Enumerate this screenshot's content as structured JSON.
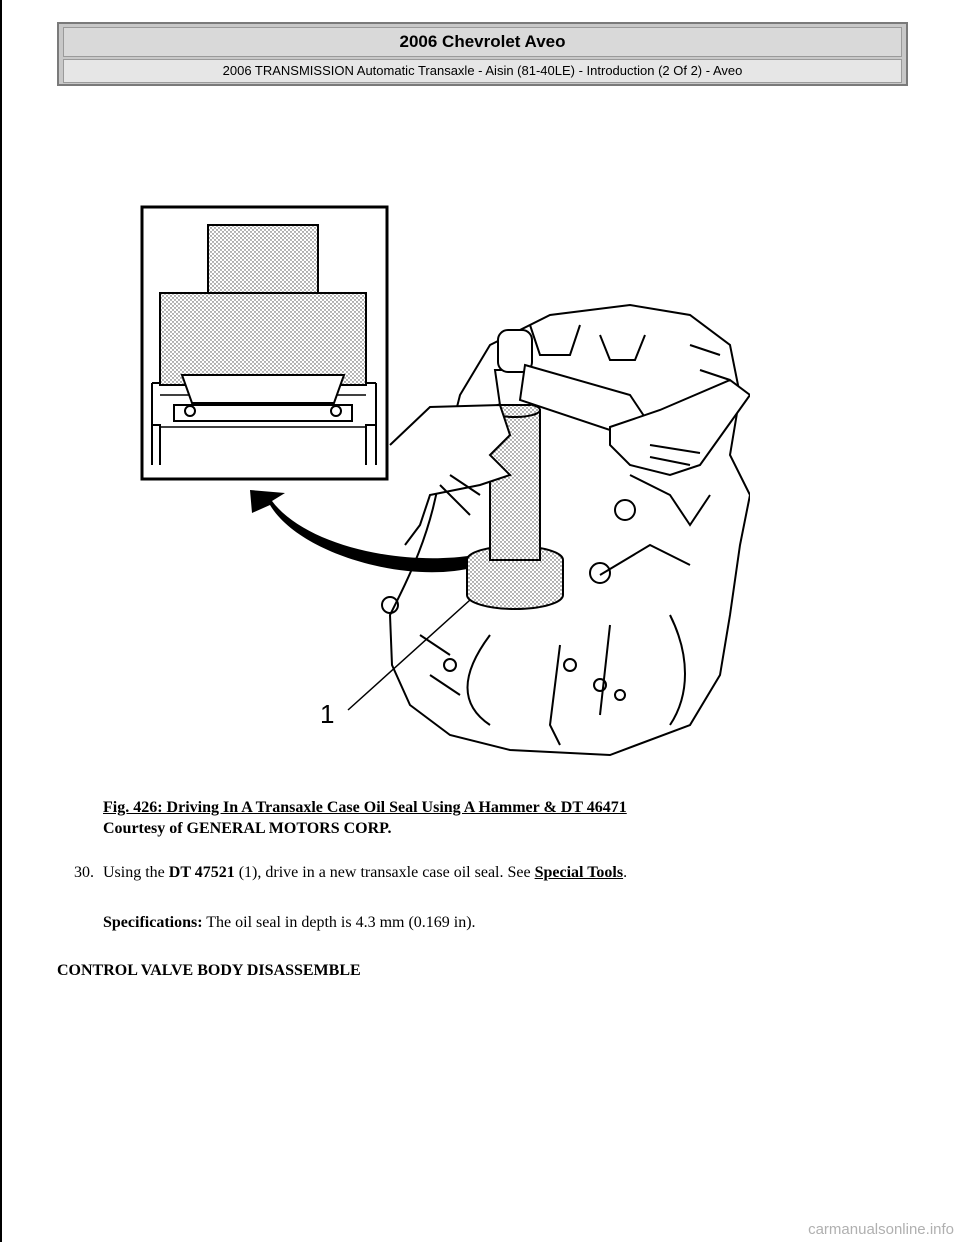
{
  "header": {
    "title": "2006 Chevrolet Aveo",
    "subtitle": "2006 TRANSMISSION Automatic Transaxle - Aisin (81-40LE) - Introduction (2 Of 2) - Aveo"
  },
  "figure": {
    "callout": "1",
    "caption_title": "Fig. 426: Driving In A Transaxle Case Oil Seal Using A Hammer & DT 46471",
    "courtesy": "Courtesy of GENERAL MOTORS CORP."
  },
  "step": {
    "number": "30.",
    "text_before": "Using the ",
    "tool": "DT 47521",
    "text_middle": " (1), drive in a new transaxle case oil seal. See ",
    "link": "Special Tools",
    "text_after": "."
  },
  "spec": {
    "label": "Specifications:",
    "text": " The oil seal in depth is 4.3 mm (0.169 in)."
  },
  "section": {
    "heading": "CONTROL VALVE BODY DISASSEMBLE"
  },
  "watermark": "carmanualsonline.info"
}
